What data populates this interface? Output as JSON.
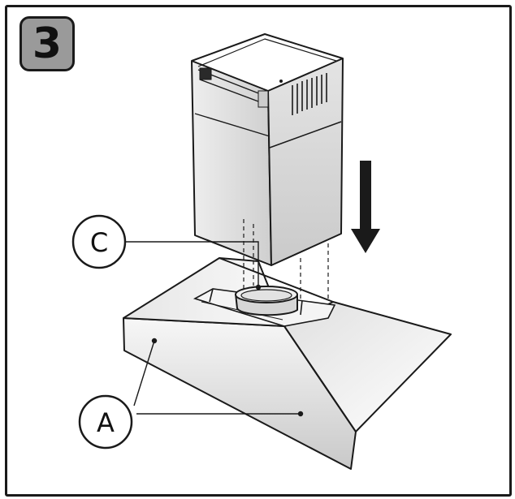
{
  "step": {
    "number": "3"
  },
  "callouts": {
    "c": {
      "label": "C"
    },
    "a": {
      "label": "A"
    }
  },
  "colors": {
    "outline": "#1a1a1a",
    "badge": "#9a9a9a",
    "panel_light": "#f2f2f2",
    "panel_mid": "#dcdcdc",
    "panel_dark": "#c4c4c4"
  }
}
